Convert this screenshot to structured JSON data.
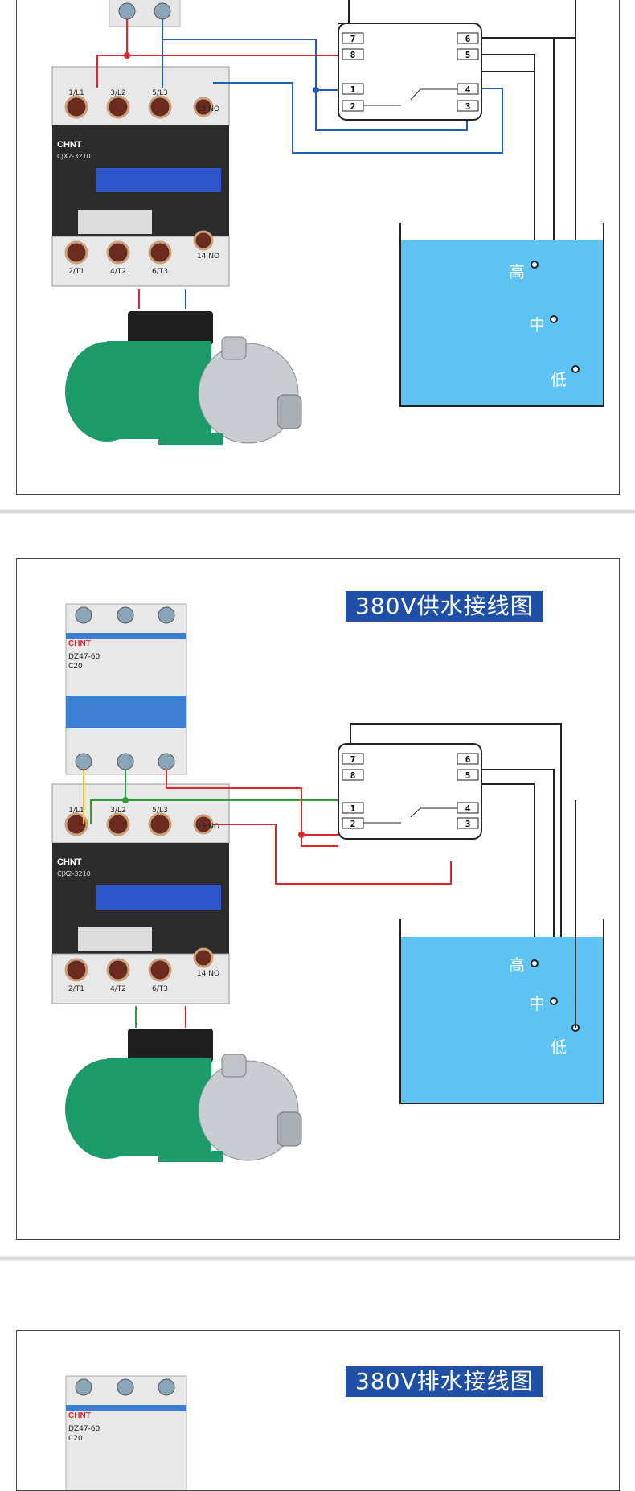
{
  "colors": {
    "banner_bg": "#1f4fa6",
    "banner_text": "#ffffff",
    "water": "#5dc3f5",
    "wire_red": "#e0262b",
    "wire_blue": "#1f5fb8",
    "wire_green": "#2e9e3a",
    "wire_yellow": "#f2c31a",
    "wire_black": "#222222",
    "breaker_blue": "#3a7fd0",
    "motor_green": "#1c9b6a"
  },
  "panel2": {
    "banner": "380V供水接线图"
  },
  "panel3": {
    "banner": "380V排水接线图"
  },
  "breaker": {
    "brand": "CHNT",
    "model": "DZ47-60",
    "rating": "C20"
  },
  "contactor": {
    "brand": "CHNT",
    "model": "CJX2-3210",
    "top_terminals": [
      "1/L1",
      "3/L2",
      "5/L3",
      "13 NO"
    ],
    "bottom_terminals": [
      "2/T1",
      "4/T2",
      "6/T3",
      "14 NO"
    ]
  },
  "relay": {
    "left_terminals": [
      "7",
      "8",
      "1",
      "2"
    ],
    "right_terminals": [
      "6",
      "5",
      "4",
      "3"
    ]
  },
  "tank": {
    "level_high": "高",
    "level_mid": "中",
    "level_low": "低"
  }
}
